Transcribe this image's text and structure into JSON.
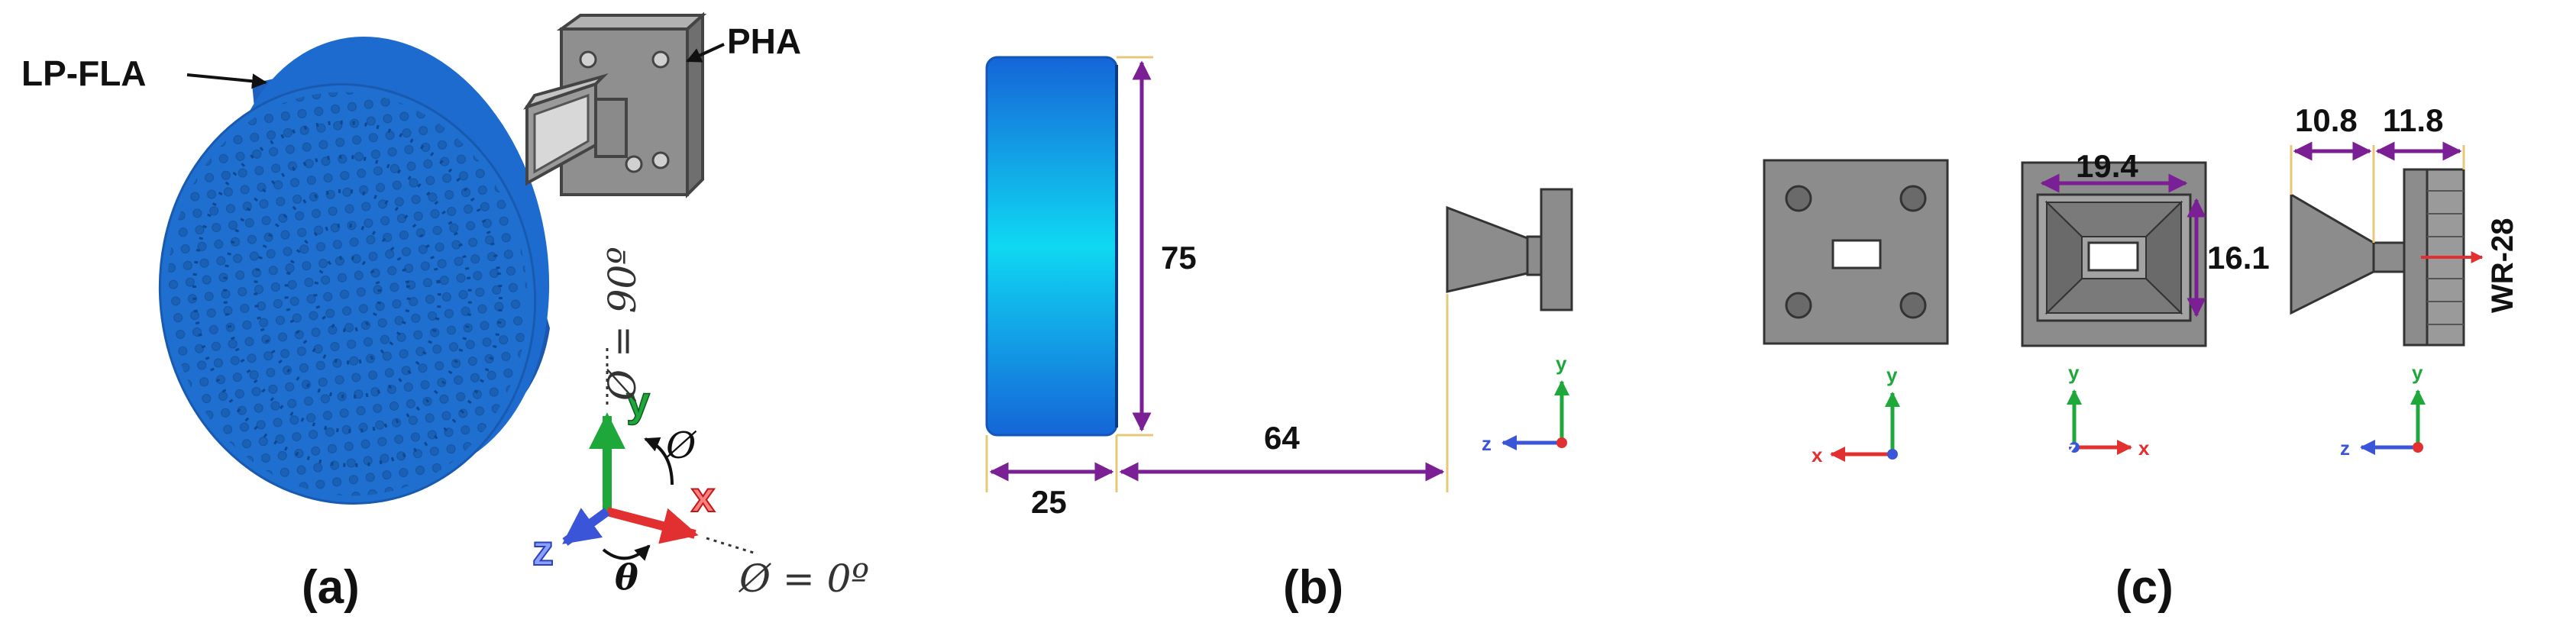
{
  "panel_a": {
    "caption": "(a)",
    "lens_label": "LP-FLA",
    "horn_label": "PHA",
    "phi_label": "Ø",
    "theta_label": "θ",
    "phi_90": "Ø = 90º",
    "phi_0": "Ø =  0º",
    "axis_x": "x",
    "axis_y": "y",
    "axis_z": "z"
  },
  "panel_b": {
    "caption": "(b)",
    "dim_height": "75",
    "dim_thickness": "25",
    "dim_distance": "64",
    "axis_y": "y",
    "axis_z": "z"
  },
  "panel_c": {
    "caption": "(c)",
    "dim_width": "19.4",
    "dim_height": "16.1",
    "dim_flare_length": "10.8",
    "dim_flange_length": "11.8",
    "waveguide_label": "WR-28",
    "axis_x": "x",
    "axis_y": "y",
    "axis_z": "z"
  },
  "colors": {
    "lens": "#1f6fd0",
    "lens_dark": "#1a5fb8",
    "metal": "#8c8c8c",
    "metal_light": "#a8a8a8",
    "dimension": "#7b1f94",
    "axis_x": "#e23030",
    "axis_y": "#1ea83a",
    "axis_z": "#3a55d8",
    "guide_line": "#e6c879"
  }
}
